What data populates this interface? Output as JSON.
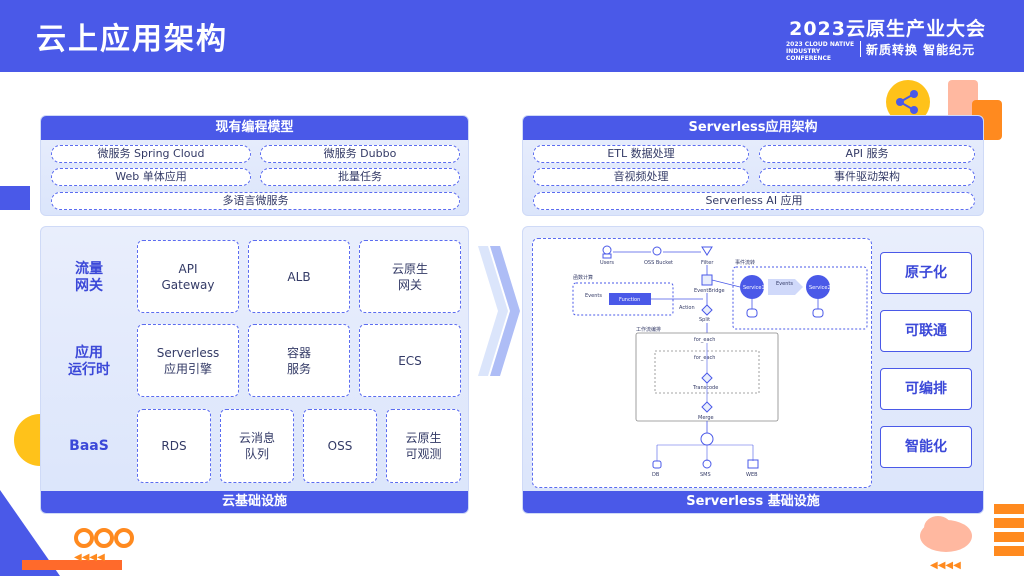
{
  "header": {
    "title": "云上应用架构",
    "conference_name": "2023云原生产业大会",
    "conference_en_line1": "2023 CLOUD NATIVE",
    "conference_en_line2": "INDUSTRY CONFERENCE",
    "slogan": "新质转换 智能纪元"
  },
  "left": {
    "top_title": "现有编程模型",
    "models": [
      "微服务 Spring Cloud",
      "微服务 Dubbo",
      "Web 单体应用",
      "批量任务",
      "多语言微服务"
    ],
    "rows": [
      {
        "label_line1": "流量",
        "label_line2": "网关",
        "items": [
          [
            "API",
            "Gateway"
          ],
          [
            "ALB"
          ],
          [
            "云原生",
            "网关"
          ]
        ]
      },
      {
        "label_line1": "应用",
        "label_line2": "运行时",
        "items": [
          [
            "Serverless",
            "应用引擎"
          ],
          [
            "容器",
            "服务"
          ],
          [
            "ECS"
          ]
        ]
      },
      {
        "label_line1": "BaaS",
        "label_line2": "",
        "items": [
          [
            "RDS"
          ],
          [
            "云消息",
            "队列"
          ],
          [
            "OSS"
          ],
          [
            "云原生",
            "可观测"
          ]
        ]
      }
    ],
    "footer": "云基础设施"
  },
  "right": {
    "top_title": "Serverless应用架构",
    "apps": [
      "ETL 数据处理",
      "API 服务",
      "音视频处理",
      "事件驱动架构",
      "Serverless AI 应用"
    ],
    "features": [
      "原子化",
      "可联通",
      "可编排",
      "智能化"
    ],
    "footer": "Serverless 基础设施",
    "diagram": {
      "users": "Users",
      "oss_bucket": "OSS Bucket",
      "filter": "Filter",
      "event_flow": "事件流转",
      "event_bridge": "EventBridge",
      "service1": "Service1",
      "service2": "Service2",
      "events_mid": "Events",
      "events_left": "Events",
      "function": "Function",
      "action": "Action",
      "split": "Split",
      "compute_group": "函数计算",
      "workflow_group": "工作流编排",
      "for_each_outer": "for_each",
      "for_each_inner": "for_each",
      "transcode": "Transcode",
      "merge": "Merge",
      "out_db": "DB",
      "out_sms": "SMS",
      "out_web": "WEB"
    }
  },
  "colors": {
    "primary": "#4a59e8",
    "accent_orange": "#ff8a1f",
    "accent_yellow": "#ffc21a",
    "pale_blue": "#dbe5fb"
  }
}
